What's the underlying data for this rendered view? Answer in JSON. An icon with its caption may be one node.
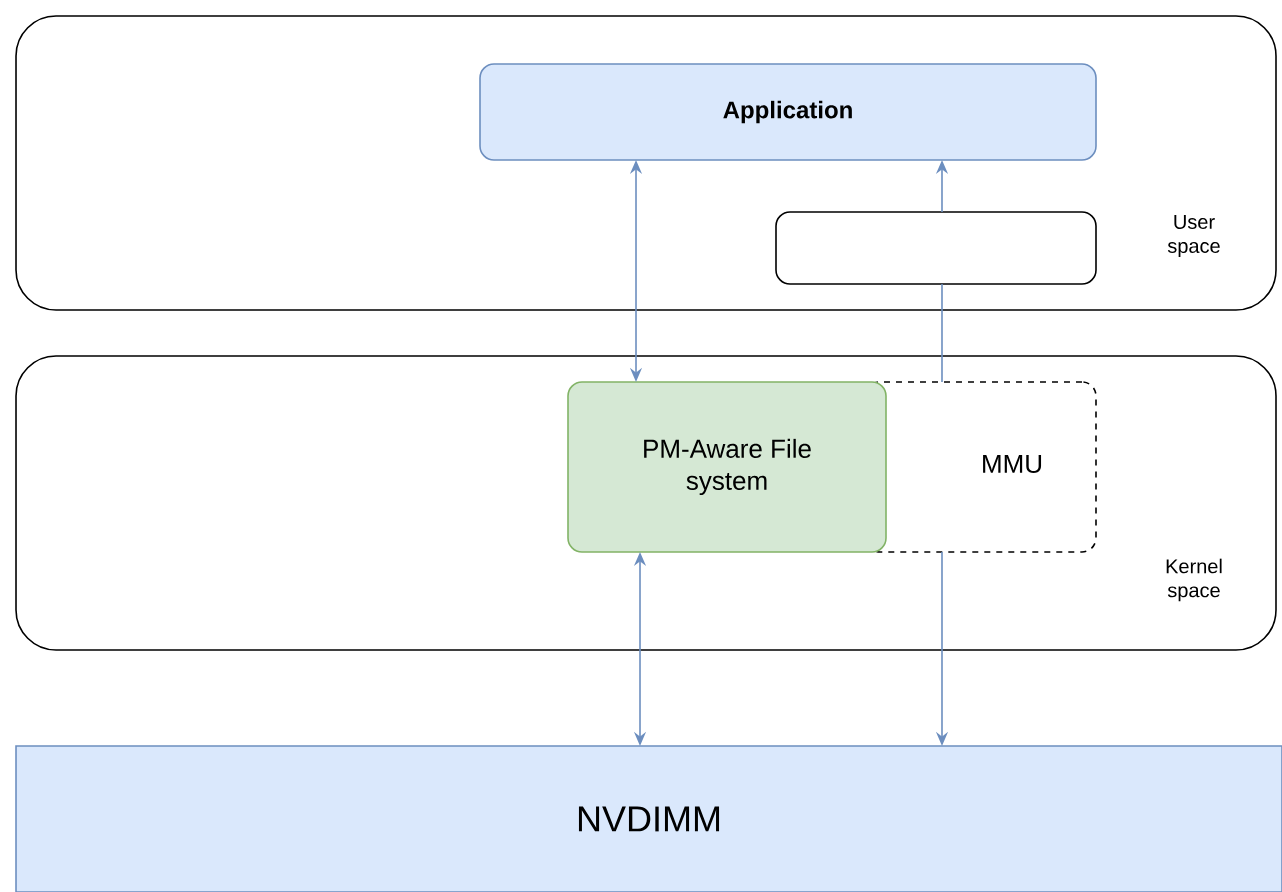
{
  "diagram": {
    "nodes": [
      {
        "text": [
          "User space"
        ]
      },
      {
        "text": [
          "Application"
        ],
        "in": 0
      },
      {
        "text": [],
        "shape": "box",
        "in": 0
      },
      {
        "text": [
          "Kernel space"
        ]
      },
      {
        "text": [
          "PM-Aware File system"
        ],
        "in": 3
      },
      {
        "text": [
          "MMU"
        ],
        "in": 3
      },
      {
        "text": [
          "NVDIMM"
        ]
      }
    ],
    "edges": [
      {
        "from": 1,
        "to": 4,
        "arrow": "both"
      },
      {
        "from": 5,
        "to": 2,
        "arrow": "none"
      },
      {
        "from": 2,
        "to": 1,
        "arrow": "to"
      },
      {
        "from": 4,
        "to": 6,
        "arrow": "both"
      },
      {
        "from": 5,
        "to": 6,
        "arrow": "to"
      }
    ]
  }
}
